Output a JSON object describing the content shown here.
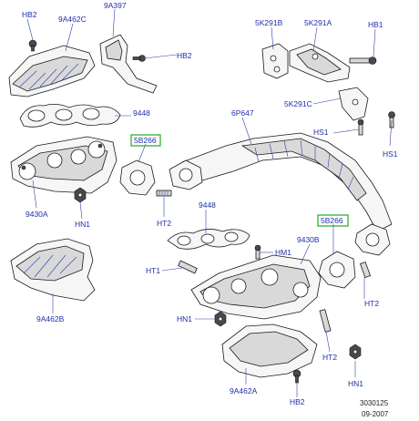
{
  "labels": {
    "hb2_tl": "HB2",
    "a462c": "9A462C",
    "a397": "9A397",
    "hb2_t": "HB2",
    "k291b": "5K291B",
    "k291a": "5K291A",
    "hb1": "HB1",
    "k291c": "5K291C",
    "gasket_l": "9448",
    "p647": "6P647",
    "hs1_a": "HS1",
    "hs1_b": "HS1",
    "b266_l": "5B266",
    "a9430": "9430A",
    "hn1_l": "HN1",
    "ht2_l": "HT2",
    "gasket_r": "9448",
    "b266_r": "5B266",
    "hm1": "HM1",
    "b9430": "9430B",
    "ht1": "HT1",
    "ht2_r": "HT2",
    "a462b": "9A462B",
    "hn1_m": "HN1",
    "ht2_b": "HT2",
    "a462a": "9A462A",
    "hn1_b": "HN1",
    "hb2_b": "HB2"
  },
  "footer": {
    "number": "3030125",
    "date": "09-2007"
  },
  "colors": {
    "label": "#1f2fa8",
    "highlight": "#22aa22",
    "outline": "#1a1a1a"
  }
}
